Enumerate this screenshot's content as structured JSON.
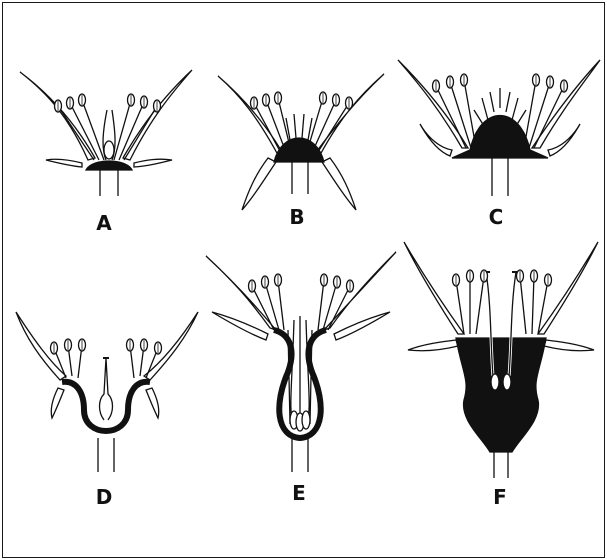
{
  "figure": {
    "panels": [
      {
        "label": "A"
      },
      {
        "label": "B"
      },
      {
        "label": "C"
      },
      {
        "label": "D"
      },
      {
        "label": "E"
      },
      {
        "label": "F"
      }
    ]
  },
  "colors": {
    "ink": "#111111",
    "background": "#ffffff"
  }
}
